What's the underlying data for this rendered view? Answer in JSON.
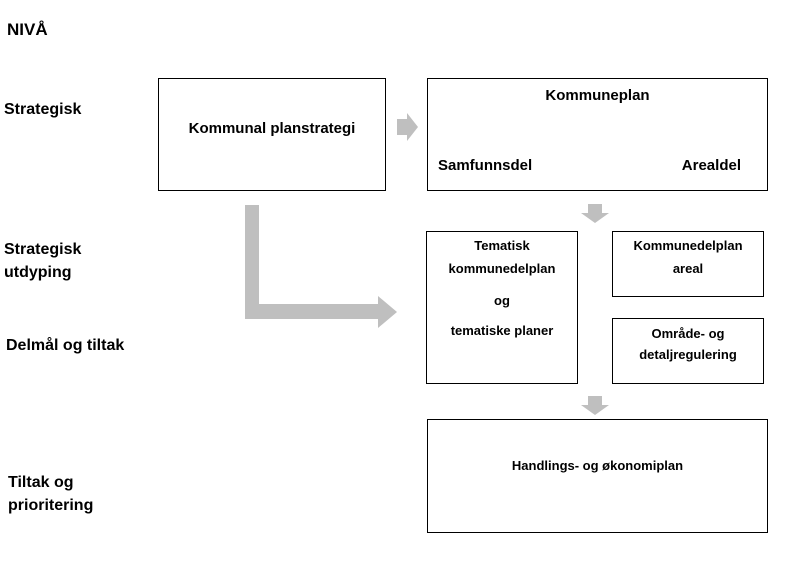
{
  "header": {
    "title": "NIVÅ"
  },
  "levels": {
    "strategisk": "Strategisk",
    "strategisk_utdyping_line1": "Strategisk",
    "strategisk_utdyping_line2": "utdyping",
    "delmal": "Delmål og tiltak",
    "tiltak_line1": "Tiltak og",
    "tiltak_line2": "prioritering"
  },
  "boxes": {
    "planstrategi": "Kommunal planstrategi",
    "kommuneplan": {
      "title": "Kommuneplan",
      "samfunnsdel": "Samfunnsdel",
      "arealdel": "Arealdel"
    },
    "tematisk": {
      "line1": "Tematisk",
      "line2": "kommunedelplan",
      "line3": "og",
      "line4": "tematiske planer"
    },
    "kommunedelplan_areal": {
      "line1": "Kommunedelplan",
      "line2": "areal"
    },
    "omrade": {
      "line1": "Område- og",
      "line2": "detaljregulering"
    },
    "handlingsplan": "Handlings- og økonomiplan"
  },
  "colors": {
    "arrow": "#bfbfbf",
    "border": "#000000",
    "text": "#000000"
  }
}
